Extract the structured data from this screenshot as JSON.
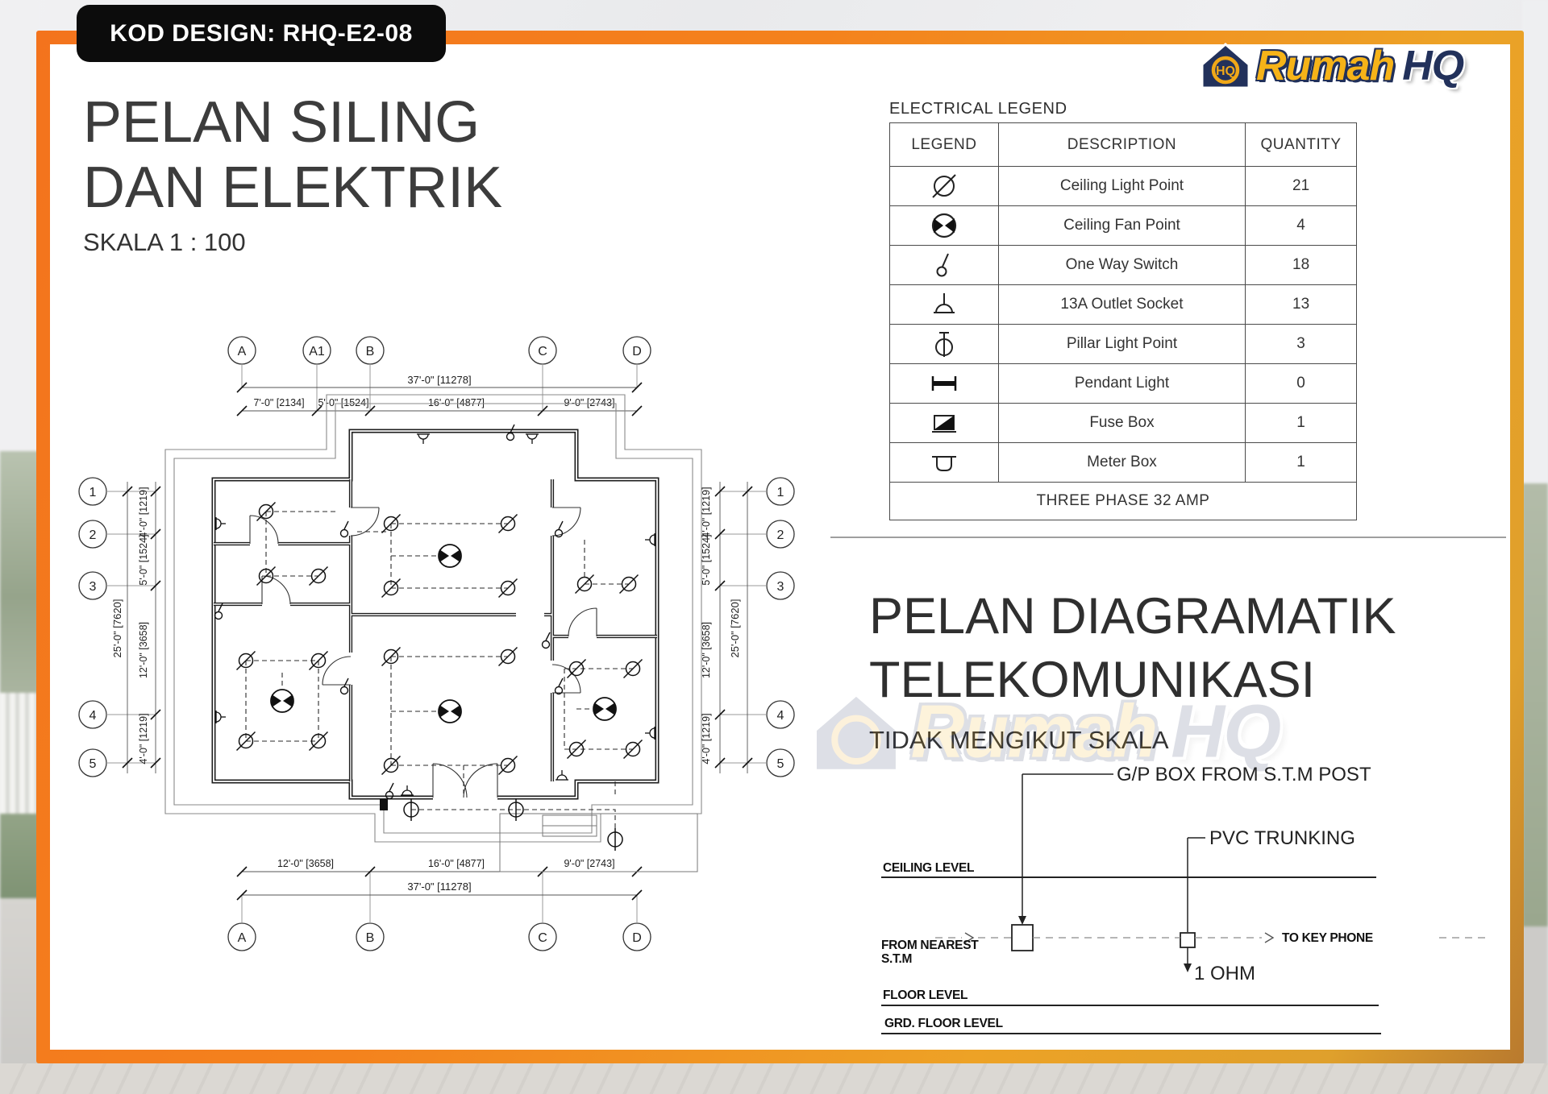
{
  "badge": {
    "text": "KOD DESIGN: RHQ-E2-08"
  },
  "logo": {
    "word1": "Rumah",
    "word2": "HQ",
    "monogram": "HQ"
  },
  "title": {
    "line1": "PELAN SILING",
    "line2": "DAN ELEKTRIK",
    "scale": "SKALA 1 : 100"
  },
  "legend": {
    "section_title": "ELECTRICAL LEGEND",
    "headers": [
      "LEGEND",
      "DESCRIPTION",
      "QUANTITY"
    ],
    "rows": [
      {
        "symbol": "ceiling-light-point",
        "description": "Ceiling Light Point",
        "quantity": "21"
      },
      {
        "symbol": "ceiling-fan-point",
        "description": "Ceiling Fan Point",
        "quantity": "4"
      },
      {
        "symbol": "one-way-switch",
        "description": "One Way Switch",
        "quantity": "18"
      },
      {
        "symbol": "13a-outlet-socket",
        "description": "13A Outlet Socket",
        "quantity": "13"
      },
      {
        "symbol": "pillar-light-point",
        "description": "Pillar Light Point",
        "quantity": "3"
      },
      {
        "symbol": "pendant-light",
        "description": "Pendant Light",
        "quantity": "0"
      },
      {
        "symbol": "fuse-box",
        "description": "Fuse Box",
        "quantity": "1"
      },
      {
        "symbol": "meter-box",
        "description": "Meter Box",
        "quantity": "1"
      }
    ],
    "footer": "THREE PHASE 32 AMP"
  },
  "plan": {
    "grid_top": [
      "A",
      "A1",
      "B",
      "C",
      "D"
    ],
    "grid_bottom": [
      "A",
      "B",
      "C",
      "D"
    ],
    "grid_left": [
      "1",
      "2",
      "3",
      "4",
      "5"
    ],
    "grid_right": [
      "1",
      "2",
      "3",
      "4",
      "5"
    ],
    "dim_top_total": "37'-0\" [11278]",
    "dim_top_segments": [
      "7'-0\" [2134]",
      "5'-0\" [1524]",
      "16'-0\" [4877]",
      "9'-0\" [2743]"
    ],
    "dim_bottom_total": "37'-0\" [11278]",
    "dim_bottom_segments": [
      "12'-0\" [3658]",
      "16'-0\" [4877]",
      "9'-0\" [2743]"
    ],
    "dim_side_total": "25'-0\" [7620]",
    "dim_side_segments": [
      "4'-0\" [1219]",
      "5'-0\" [1524]",
      "12'-0\" [3658]",
      "4'-0\" [1219]"
    ]
  },
  "telecom": {
    "title_line1": "PELAN DIAGRAMATIK",
    "title_line2": "TELEKOMUNIKASI",
    "subtitle": "TIDAK MENGIKUT SKALA",
    "labels": {
      "gp_box": "G/P BOX FROM  S.T.M  POST",
      "pvc": "PVC TRUNKING",
      "ceiling": "CEILING  LEVEL",
      "from_1": "FROM  NEAREST",
      "from_2": "S.T.M",
      "to": "TO  KEY  PHONE",
      "ohm": "1 OHM",
      "floor": "FLOOR  LEVEL",
      "grd": "GRD.  FLOOR  LEVEL"
    }
  },
  "colors": {
    "frame_orange": "#f3731d",
    "frame_gold": "#e8a32a",
    "badge_bg": "#0c0c0c",
    "logo_gold": "#f6b318",
    "logo_navy": "#22315b",
    "line_dark": "#1d1d1d"
  }
}
